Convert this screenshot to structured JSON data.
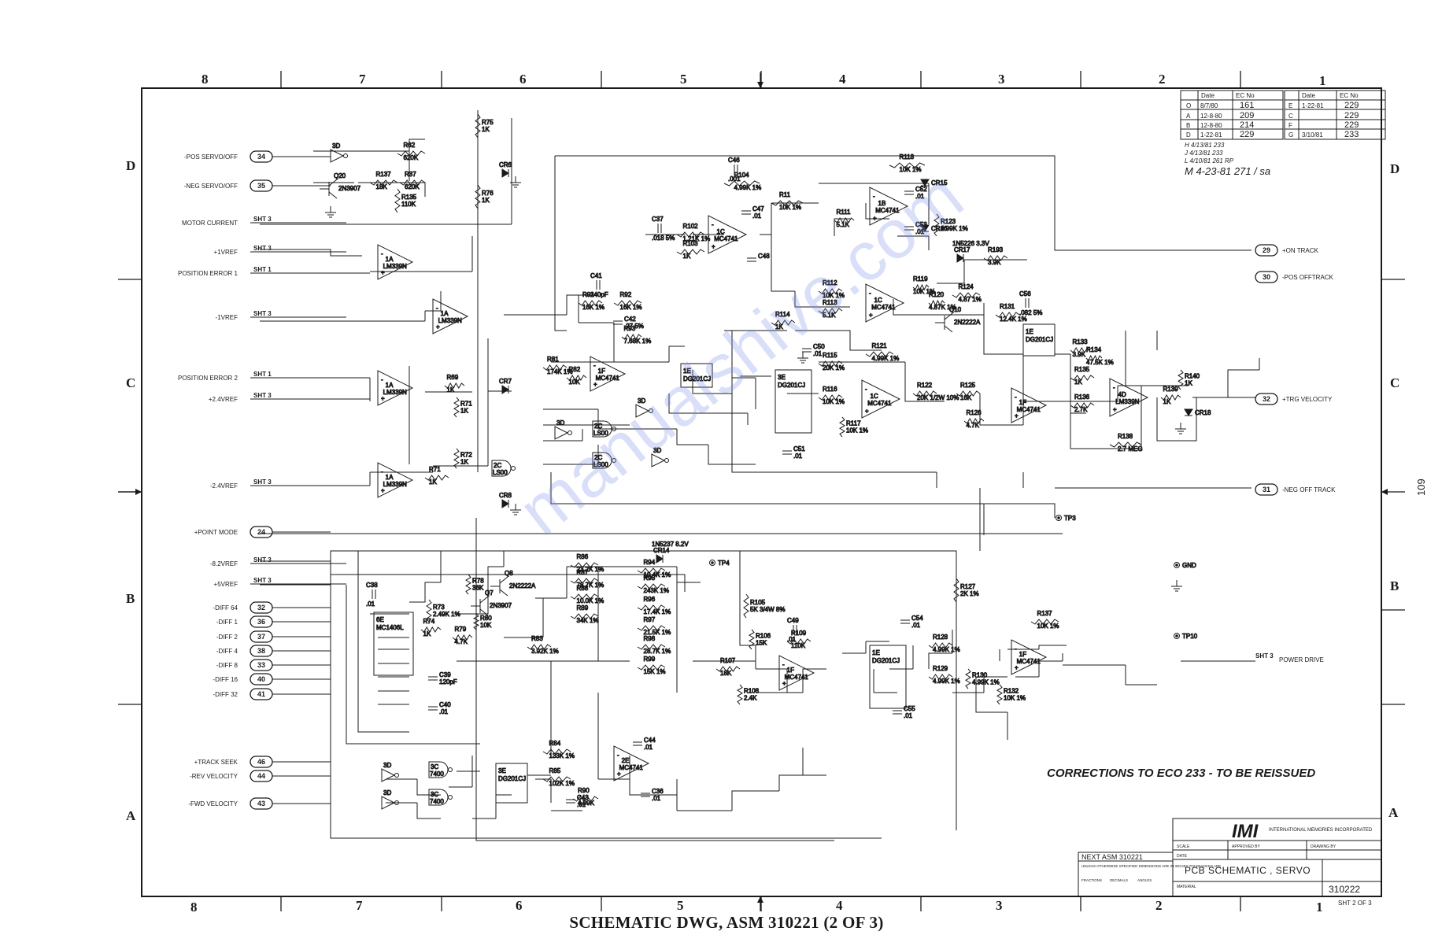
{
  "caption": "SCHEMATIC DWG, ASM 310221 (2 OF 3)",
  "page_number": "109",
  "watermark": "manualshive.com",
  "note": "CORRECTIONS TO ECO 233 - TO BE REISSUED",
  "zones_top": [
    "8",
    "7",
    "6",
    "5",
    "4",
    "3",
    "2",
    "1"
  ],
  "zones_side": [
    "D",
    "C",
    "B",
    "A"
  ],
  "title_block": {
    "logo": "IMI",
    "company": "INTERNATIONAL MEMORIES INCORPORATED",
    "title": "PCB SCHEMATIC , SERVO",
    "drawing_number": "310222",
    "sheet": "SHT 2 OF 3",
    "next_asm": "NEXT ASM 310221",
    "notes": "UNLESS OTHERWISE SPECIFIED DIMENSIONS ARE IN INCHES TOLERANCES ARE",
    "labels": [
      "SCALE",
      "APPROVED BY",
      "DRAWING BY",
      "DATE",
      "MATERIAL",
      "FRACTIONS",
      "DECIMALS",
      "ANGLES"
    ]
  },
  "revisions": {
    "header": [
      "Date",
      "EC No"
    ],
    "left": [
      {
        "rev": "O",
        "date": "8/7/80",
        "ec": "161"
      },
      {
        "rev": "A",
        "date": "12-8-80",
        "ec": "209"
      },
      {
        "rev": "B",
        "date": "12-8-80",
        "ec": "214"
      },
      {
        "rev": "D",
        "date": "1-22-81",
        "ec": "229"
      }
    ],
    "right": [
      {
        "rev": "E",
        "date": "1-22-81",
        "ec": "229"
      },
      {
        "rev": "C",
        "date": "",
        "ec": "229"
      },
      {
        "rev": "F",
        "date": "",
        "ec": "229"
      },
      {
        "rev": "G",
        "date": "3/10/81",
        "ec": "233"
      }
    ],
    "extra": [
      "H  4/13/81  233",
      "J  4/13/81  233",
      "L  4/10/81  261 RP",
      "M  4-23-81 271 / sa"
    ]
  },
  "inputs": [
    {
      "label": "-POS SERVO/OFF",
      "pin": "34"
    },
    {
      "label": "-NEG SERVO/OFF",
      "pin": "35"
    },
    {
      "label": "MOTOR CURRENT",
      "pin": "SHT 3"
    },
    {
      "label": "+1VREF",
      "pin": "SHT 3"
    },
    {
      "label": "POSITION ERROR 1",
      "pin": "SHT 1"
    },
    {
      "label": "-1VREF",
      "pin": "SHT 3"
    },
    {
      "label": "POSITION ERROR 2",
      "pin": "SHT 1"
    },
    {
      "label": "+2.4VREF",
      "pin": "SHT 3"
    },
    {
      "label": "-2.4VREF",
      "pin": "SHT 3"
    },
    {
      "label": "+POINT MODE",
      "pin": "24"
    },
    {
      "label": "-8.2VREF",
      "pin": "SHT 3"
    },
    {
      "label": "+5VREF",
      "pin": "SHT 3"
    },
    {
      "label": "-DIFF 64",
      "pin": "32"
    },
    {
      "label": "-DIFF 1",
      "pin": "36"
    },
    {
      "label": "-DIFF 2",
      "pin": "37"
    },
    {
      "label": "-DIFF 4",
      "pin": "38"
    },
    {
      "label": "-DIFF 8",
      "pin": "33"
    },
    {
      "label": "-DIFF 16",
      "pin": "40"
    },
    {
      "label": "-DIFF 32",
      "pin": "41"
    },
    {
      "label": "+TRACK SEEK",
      "pin": "46"
    },
    {
      "label": "-REV VELOCITY",
      "pin": "44"
    },
    {
      "label": "-FWD VELOCITY",
      "pin": "43"
    }
  ],
  "outputs": [
    {
      "label": "+ON TRACK",
      "pin": "29"
    },
    {
      "label": "-POS OFFTRACK",
      "pin": "30"
    },
    {
      "label": "+TRG VELOCITY",
      "pin": "32"
    },
    {
      "label": "-NEG OFF TRACK",
      "pin": "31"
    },
    {
      "label": "POWER DRIVE",
      "pin": "SHT 3"
    }
  ],
  "test_points": [
    "TP3",
    "TP4",
    "GND",
    "TP10"
  ],
  "components": {
    "comparators": [
      "1A LM339N",
      "1A LM339N",
      "1A LM339N",
      "1A LM339N",
      "4D LM339N"
    ],
    "opamps": [
      "1C MC4741",
      "1B MC4741",
      "1C MC4741",
      "1F MC4741",
      "1C MC4741",
      "1F MC4741",
      "1F MC4741",
      "2E MC4741",
      "1F MC4741"
    ],
    "gates": [
      "2C LS00",
      "2C LS00",
      "2C LS00",
      "3C 7400",
      "3C 7400"
    ],
    "switches": [
      "3E DG201CJ",
      "1E DG201CJ",
      "3E DG201CJ"
    ],
    "dac": "6E MC1406L",
    "transistors": [
      "Q20 2N3907",
      "Q10 2N2222A",
      "Q7 2N3907",
      "Q8 2N2222A"
    ],
    "diodes": [
      "CR6",
      "CR7",
      "CR8",
      "CR14 1N5237 8.2V",
      "CR17 1N5226 3.3V",
      "CR18",
      "CR15",
      "CR16"
    ],
    "resistors": [
      "R62 620K",
      "R37 620K",
      "R137 18K",
      "R135 110K",
      "R75 1K",
      "R76 1K",
      "R104 4.99K 1%",
      "R102 1.21K 1%",
      "R103 1K",
      "R11 10K 1%",
      "R118 10K 1%",
      "R111 5.1K",
      "R123 4.99K 1%",
      "R193 3.9K",
      "R91 16K 1%",
      "R92 16K 1%",
      "R93 7.68K 1%",
      "R81 174K 1%",
      "R82 10K",
      "R69 1K",
      "R71 1K",
      "R72 1K",
      "R112 10K 1%",
      "R113 5.1K",
      "R119 10K 1%",
      "R120 4.87K 1%",
      "R124 4.87 1%",
      "R131 12.4K 1%",
      "R114 1K",
      "R115 20K 1%",
      "R116 10K 1%",
      "R117 10K 1%",
      "R121 4.99K 1%",
      "R122 20K 1/2W 10%",
      "R125 16K",
      "R126 4.7K",
      "R133 3.9K",
      "R134 47.5K 1%",
      "R135 1K",
      "R136 2.7K",
      "R138 2.7 MEG",
      "R139 1K",
      "R140 1K",
      "R86 23.2K 1%",
      "R87 78.7K 1%",
      "R88 10.0K 1%",
      "R89 34K 1%",
      "R94 10.4K 1%",
      "R95 243K 1%",
      "R96 17.4K 1%",
      "R97 21.5K 1%",
      "R98 28.7K 1%",
      "R99 15K 1%",
      "R73 2.49K 1%",
      "R74 1K",
      "R78 36K",
      "R79 4.7K",
      "R80 10K",
      "R83 3.92K 1%",
      "R84 133K 1%",
      "R85 102K 1%",
      "R90 4.99K",
      "R105 5K 3/4W 8%",
      "R106 15K",
      "R107 18K",
      "R108 2.4K",
      "R109 110K",
      "R127 2K 1%",
      "R128 4.99K 1%",
      "R129 4.99K 1%",
      "R130 4.99K 1%",
      "R132 10K 1%",
      "R137 10K 1%"
    ],
    "capacitors": [
      "C46 .001",
      "C47 .01",
      "C48",
      "C37 .018 5%",
      "C41 240pF",
      "C42 .27 5%",
      "C56 .082 5%",
      "C52 .01",
      "C53 .01",
      "C38 .01",
      "C39 120pF",
      "C40 .01",
      "C49 .01",
      "C54 .01",
      "C55 .01",
      "C44 .01",
      "C43 .01",
      "C36 .01",
      "C51 .01",
      "C50 .01"
    ]
  }
}
